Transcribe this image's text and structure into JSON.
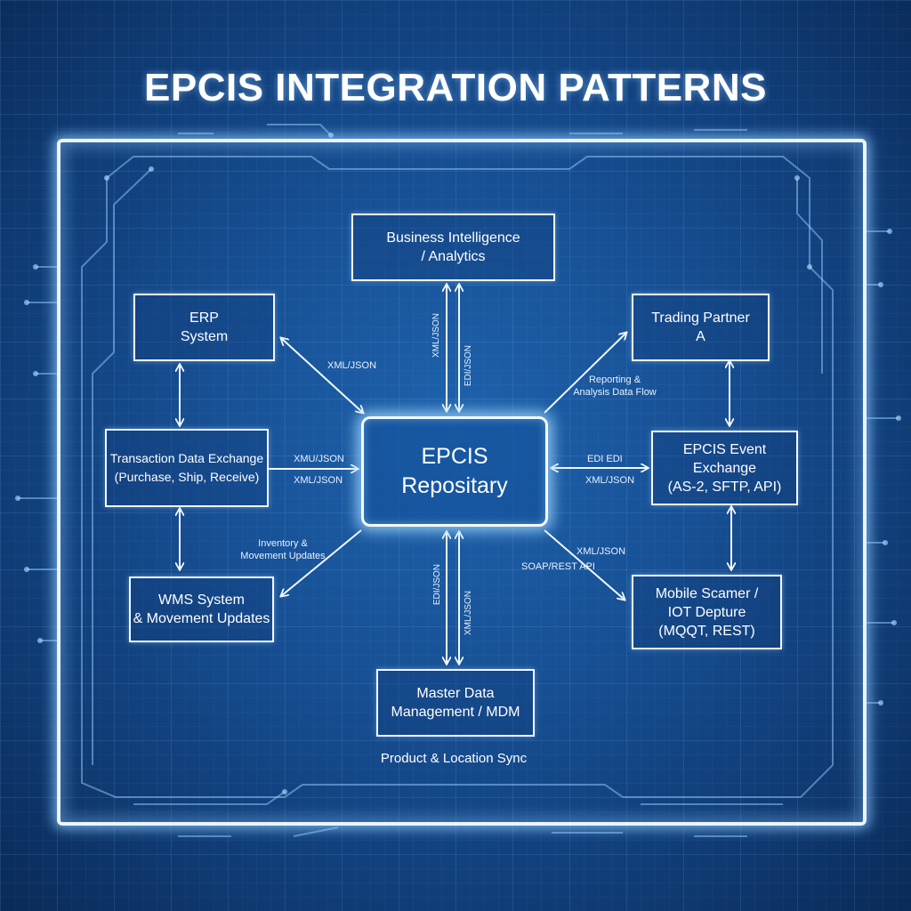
{
  "title": "EPCIS INTEGRATION PATTERNS",
  "hub": {
    "line1": "EPCIS",
    "line2": "Repositary"
  },
  "nodes": {
    "bi": {
      "line1": "Business Intelligence",
      "line2": "/ Analytics"
    },
    "erp": {
      "line1": "ERP",
      "line2": "System"
    },
    "trading": {
      "line1": "Trading Partner",
      "line2": "A"
    },
    "transaction": {
      "line1": "Transaction Data Exchange",
      "line2": "(Purchase, Ship, Receive)"
    },
    "event_exchange": {
      "line1": "EPCIS Event",
      "line2": "Exchange",
      "line3": "(AS-2, SFTP, API)"
    },
    "wms": {
      "line1": "WMS System",
      "line2": "& Movement Updates"
    },
    "mobile": {
      "line1": "Mobile Scamer /",
      "line2": "IOT Depture",
      "line3": "(MQQT, REST)"
    },
    "mdm": {
      "line1": "Master Data",
      "line2": "Management / MDM"
    }
  },
  "labels": {
    "erp_link": "XML/JSON",
    "transaction_link_top": "XMU/JSON",
    "transaction_link_bottom": "XML/JSON",
    "inventory_line1": "Inventory &",
    "inventory_line2": "Movement Updates",
    "bi_link_left": "XML/JSON",
    "bi_link_right": "EDI/JSON",
    "reporting_line1": "Reporting &",
    "reporting_line2": "Analysis Data Flow",
    "event_link_top": "EDI EDI",
    "event_link_bottom": "XML/JSON",
    "mobile_link_top": "XML/JSON",
    "mobile_link_bottom": "SOAP/REST API",
    "mdm_link_left": "EDI/JSON",
    "mdm_link_right": "XML/JSON",
    "mdm_caption": "Product & Location Sync"
  },
  "colors": {
    "background": "#174f93",
    "line": "#f2f8ff",
    "glow": "#8cc8ff"
  }
}
